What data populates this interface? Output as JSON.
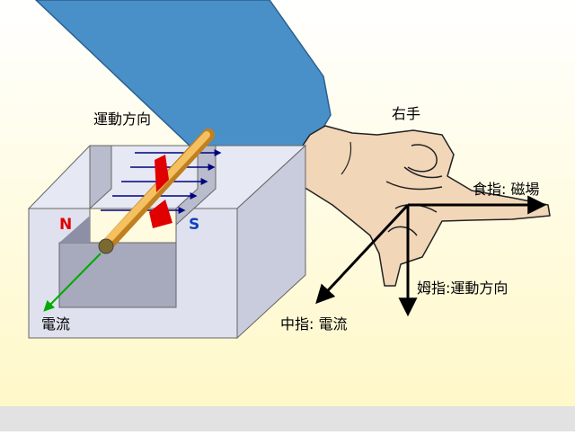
{
  "labels": {
    "motion_direction": "運動方向",
    "north_pole": "N",
    "south_pole": "S",
    "current": "電流",
    "right_hand": "右手",
    "index_finger": "食指: 磁場",
    "thumb": "姆指:運動方向",
    "middle_finger": "中指: 電流"
  },
  "colors": {
    "north_pole": "#e00000",
    "south_pole": "#1040c0",
    "sleeve": "#4a90c8",
    "skin": "#f2d6b8",
    "rod": "#f0b040",
    "field_lines": "#000080",
    "force_arrow": "#e00000",
    "current_arrow": "#00aa00",
    "magnet": "#d8dcea",
    "background_top": "#ffffff",
    "background_bottom": "#fff8c8"
  }
}
